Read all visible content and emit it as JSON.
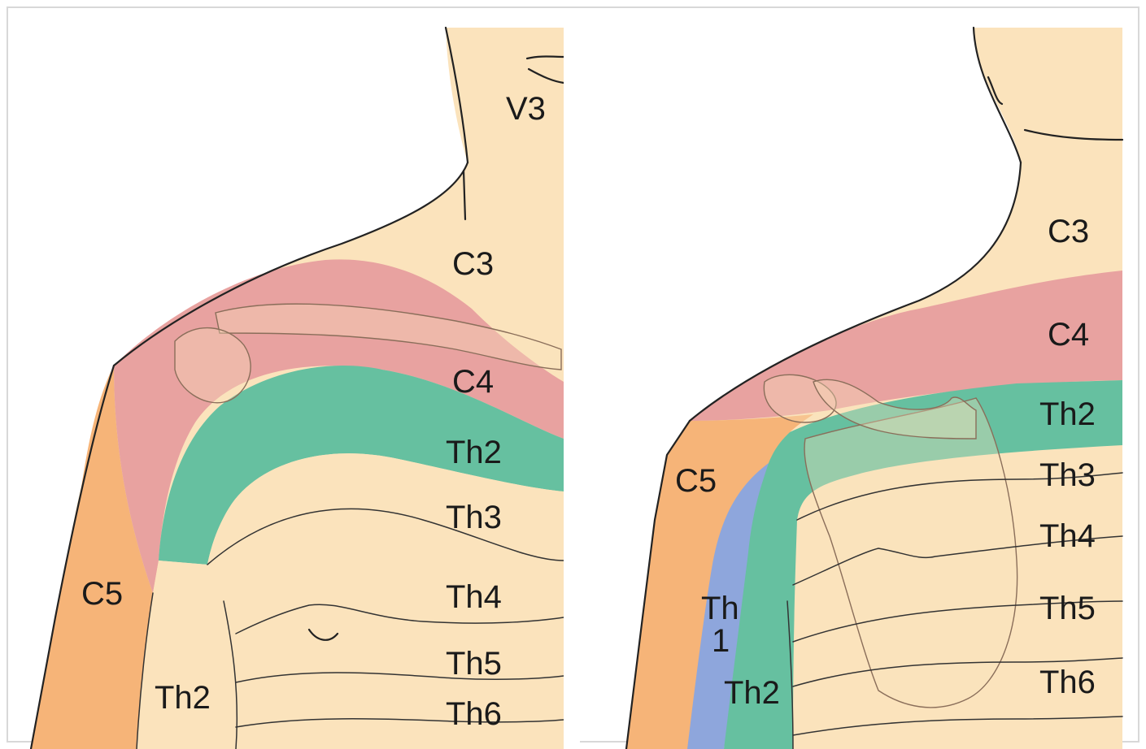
{
  "colors": {
    "skin": "#fbe3bc",
    "c4": "#e8a2a0",
    "th2": "#66c0a0",
    "c5": "#f6b478",
    "th1": "#8ea6dc",
    "outline": "#222222"
  },
  "left_panel": {
    "labels": {
      "v3": "V3",
      "c3": "C3",
      "c4": "C4",
      "th2": "Th2",
      "th3": "Th3",
      "th4": "Th4",
      "th5": "Th5",
      "th6": "Th6",
      "c5": "C5",
      "th2_arm": "Th2"
    }
  },
  "right_panel": {
    "labels": {
      "c3": "C3",
      "c4": "C4",
      "th2": "Th2",
      "th3": "Th3",
      "th4": "Th4",
      "th5": "Th5",
      "th6": "Th6",
      "c5": "C5",
      "th1_a": "Th",
      "th1_b": "1",
      "th2_arm": "Th2"
    }
  }
}
